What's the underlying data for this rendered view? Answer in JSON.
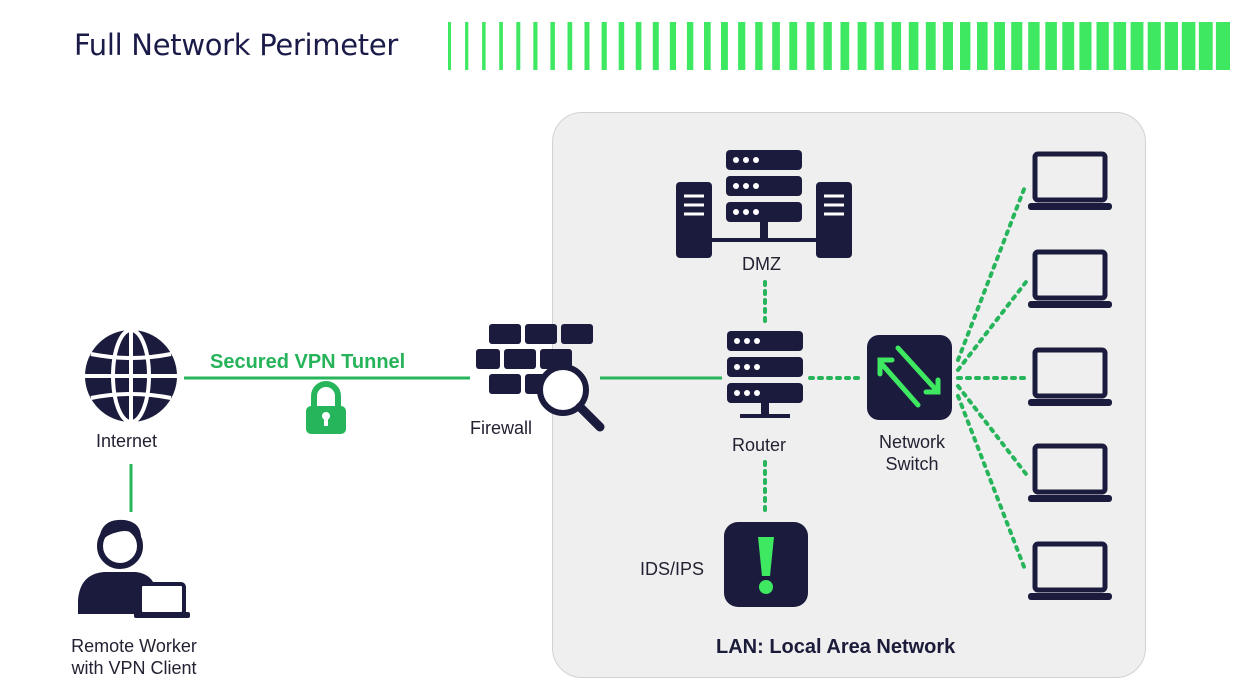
{
  "title": "Full Network Perimeter",
  "labels": {
    "vpn_tunnel": "Secured VPN Tunnel",
    "internet": "Internet",
    "remote_worker_line1": "Remote Worker",
    "remote_worker_line2": "with VPN Client",
    "firewall": "Firewall",
    "dmz": "DMZ",
    "router": "Router",
    "switch_line1": "Network",
    "switch_line2": "Switch",
    "ids_ips": "IDS/IPS",
    "lan": "LAN: Local Area Network"
  },
  "icons": [
    "globe-icon",
    "lock-icon",
    "person-icon",
    "laptop-icon",
    "firewall-icon",
    "magnifier-icon",
    "server-icon",
    "router-icon",
    "switch-icon",
    "alert-icon"
  ],
  "colors": {
    "navy": "#1b1b3d",
    "green": "#27b55b",
    "bright_green": "#3ee860",
    "lan_background": "#efefef"
  }
}
